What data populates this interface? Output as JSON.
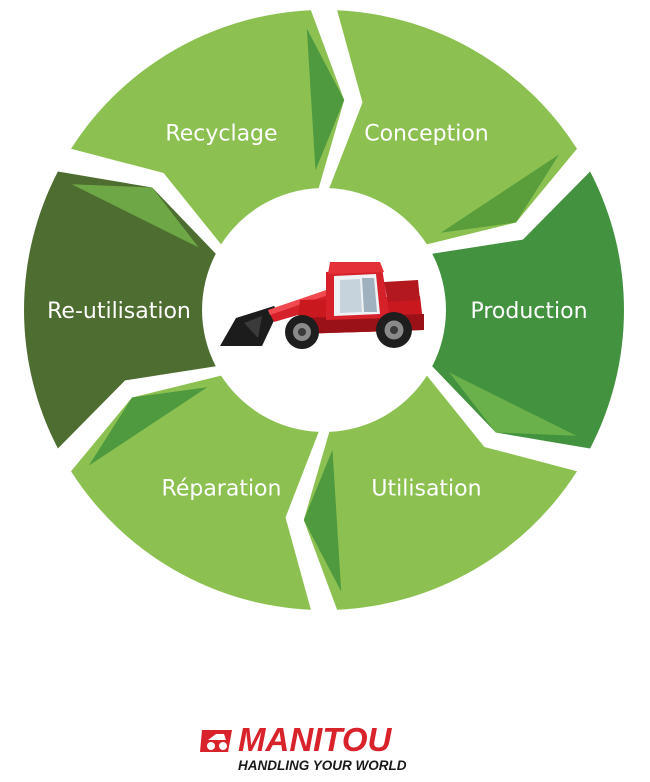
{
  "diagram": {
    "type": "cycle",
    "segments": [
      {
        "label": "Conception",
        "color": "#8cc152",
        "fold": "#5a9e3c"
      },
      {
        "label": "Production",
        "color": "#43923f",
        "fold": "#6ab04b"
      },
      {
        "label": "Utilisation",
        "color": "#8cc152",
        "fold": "#4f9a3e"
      },
      {
        "label": "Réparation",
        "color": "#8cc152",
        "fold": "#4f9a3e"
      },
      {
        "label": "Re-utilisation",
        "color": "#4e6d30",
        "fold": "#6ea746"
      },
      {
        "label": "Recyclage",
        "color": "#8cc152",
        "fold": "#4f9a3e"
      }
    ],
    "center_icon": "telehandler-icon"
  },
  "logo": {
    "word": "MANITOU",
    "tagline": "HANDLING YOUR WORLD",
    "brand_color": "#d8232a"
  }
}
